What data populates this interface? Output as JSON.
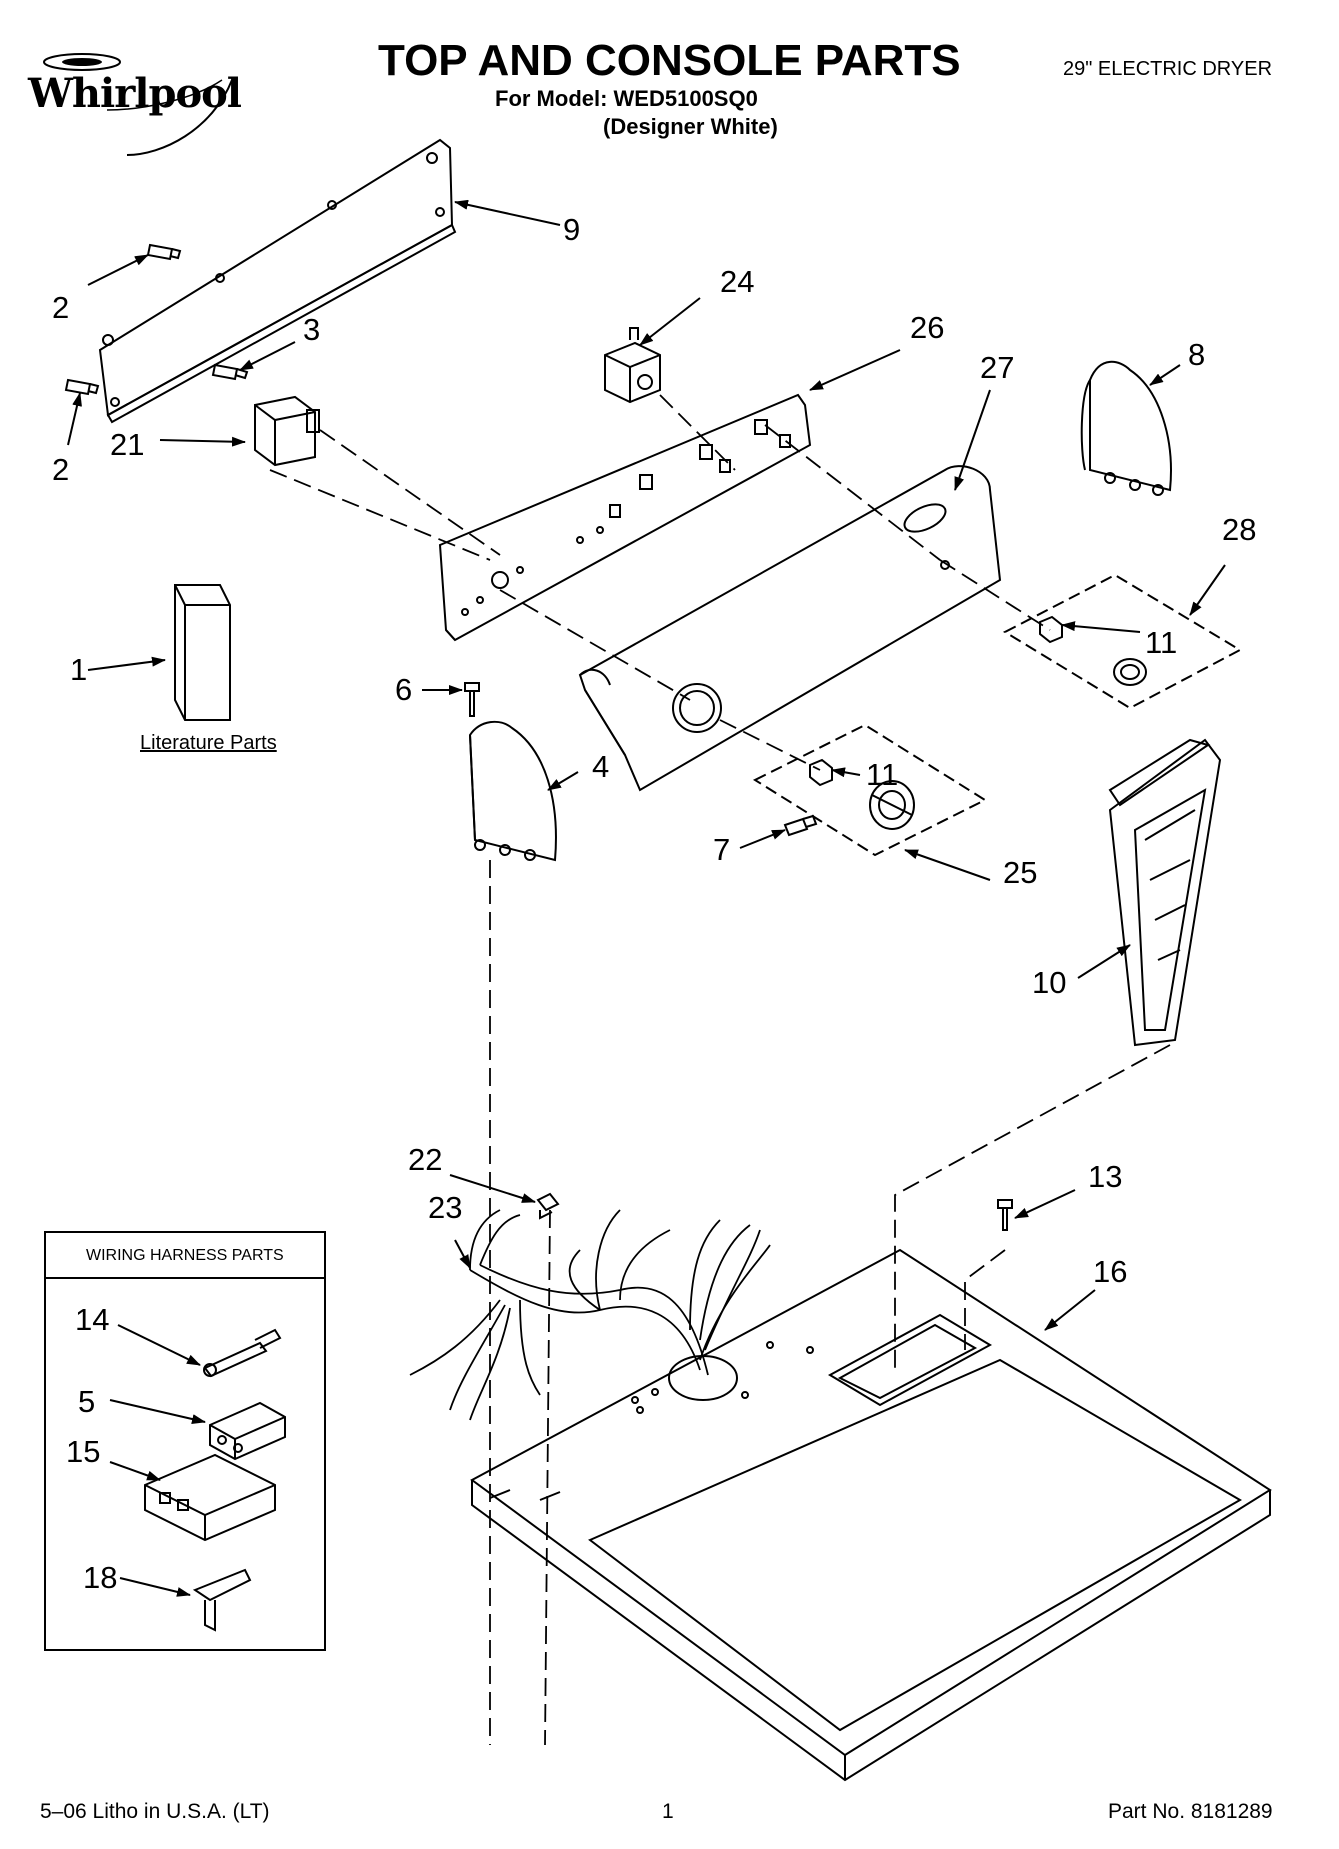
{
  "header": {
    "brand": "Whirlpool",
    "title": "TOP AND CONSOLE PARTS",
    "model_line": "For Model: WED5100SQ0",
    "color_line": "(Designer White)",
    "category": "29\" ELECTRIC DRYER"
  },
  "literature": {
    "label": "Literature Parts"
  },
  "harness_box": {
    "title": "WIRING HARNESS PARTS"
  },
  "callouts": {
    "c1": "1",
    "c2a": "2",
    "c2b": "2",
    "c3": "3",
    "c4": "4",
    "c5": "5",
    "c6": "6",
    "c7": "7",
    "c8": "8",
    "c9": "9",
    "c10": "10",
    "c11a": "11",
    "c11b": "11",
    "c13": "13",
    "c14": "14",
    "c15": "15",
    "c16": "16",
    "c18": "18",
    "c21": "21",
    "c22": "22",
    "c23": "23",
    "c24": "24",
    "c25": "25",
    "c26": "26",
    "c27": "27",
    "c28": "28"
  },
  "footer": {
    "litho": "5–06 Litho in U.S.A. (LT)",
    "page": "1",
    "part_no": "Part No. 8181289"
  }
}
